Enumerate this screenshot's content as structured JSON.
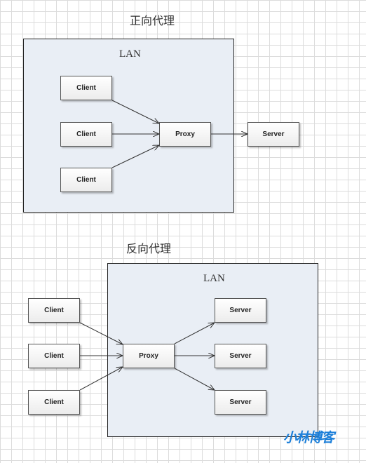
{
  "forward": {
    "title": "正向代理",
    "lan_label": "LAN",
    "clients": [
      "Client",
      "Client",
      "Client"
    ],
    "proxy": "Proxy",
    "server": "Server"
  },
  "reverse": {
    "title": "反向代理",
    "lan_label": "LAN",
    "clients": [
      "Client",
      "Client",
      "Client"
    ],
    "proxy": "Proxy",
    "servers": [
      "Server",
      "Server",
      "Server"
    ]
  },
  "watermark": "小林博客",
  "colors": {
    "lan_fill": "#e9eef5",
    "watermark": "#1c7fd9"
  }
}
